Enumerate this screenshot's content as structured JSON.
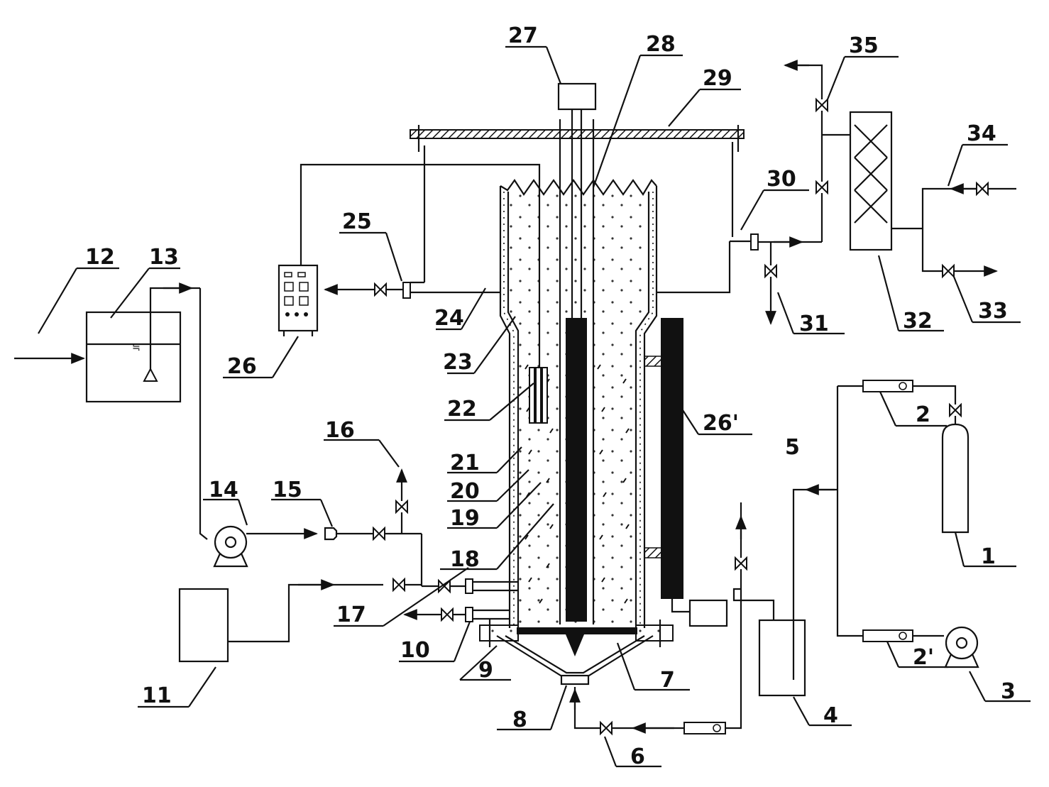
{
  "labels": {
    "n1": "1",
    "n2": "2",
    "n2p": "2'",
    "n3": "3",
    "n4": "4",
    "n5": "5",
    "n6": "6",
    "n7": "7",
    "n8": "8",
    "n9": "9",
    "n10": "10",
    "n11": "11",
    "n12": "12",
    "n13": "13",
    "n14": "14",
    "n15": "15",
    "n16": "16",
    "n17": "17",
    "n18": "18",
    "n19": "19",
    "n20": "20",
    "n21": "21",
    "n22": "22",
    "n23": "23",
    "n24": "24",
    "n25": "25",
    "n26": "26",
    "n26p": "26'",
    "n27": "27",
    "n28": "28",
    "n29": "29",
    "n30": "30",
    "n31": "31",
    "n32": "32",
    "n33": "33",
    "n34": "34",
    "n35": "35"
  }
}
